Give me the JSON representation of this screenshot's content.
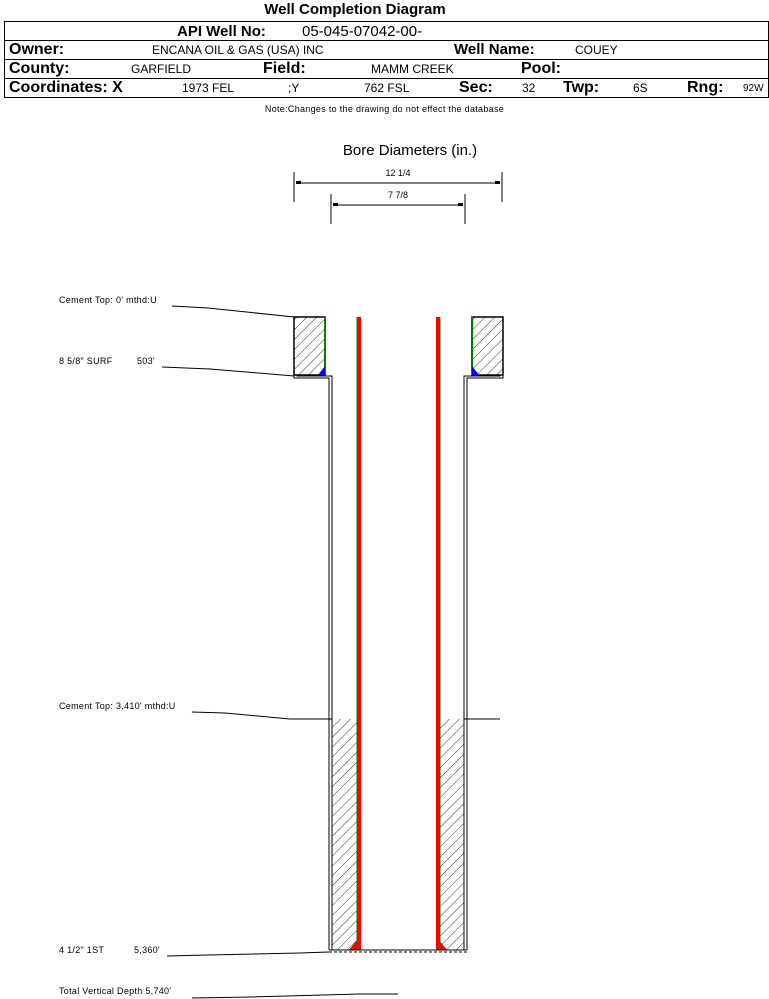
{
  "title": "Well Completion Diagram",
  "header": {
    "api_label": "API Well No:",
    "api_value": "05-045-07042-00-",
    "owner_label": "Owner:",
    "owner_value": "ENCANA OIL & GAS (USA) INC",
    "well_name_label": "Well Name:",
    "well_name_value": "COUEY",
    "county_label": "County:",
    "county_value": "GARFIELD",
    "field_label": "Field:",
    "field_value": "MAMM CREEK",
    "pool_label": "Pool:",
    "pool_value": "",
    "coords_x_label": "Coordinates: X",
    "coords_x_value": "1973 FEL",
    "coords_y_label": ";Y",
    "coords_y_value": "762 FSL",
    "sec_label": "Sec:",
    "sec_value": "32",
    "twp_label": "Twp:",
    "twp_value": "6S",
    "rng_label": "Rng:",
    "rng_value": "92W"
  },
  "note": "Note:Changes to the drawing do not effect the database",
  "diagram": {
    "bore_title": "Bore Diameters (in.)",
    "bore_diameters": [
      "12 1/4",
      "7 7/8"
    ],
    "labels": {
      "cement_top_surface": "Cement Top: 0' mthd:U",
      "surface_casing": "8 5/8\" SURF",
      "surface_casing_depth": "503'",
      "cement_top_production": "Cement Top: 3,410' mthd:U",
      "production_casing": "4 1/2\" 1ST",
      "production_casing_depth": "5,360'",
      "total_depth": "Total Vertical Depth 5,740'"
    },
    "colors": {
      "casing_red": "#ff0000",
      "casing_green": "#008000",
      "cement_shoe_blue": "#0000ff",
      "line": "#000000"
    }
  }
}
